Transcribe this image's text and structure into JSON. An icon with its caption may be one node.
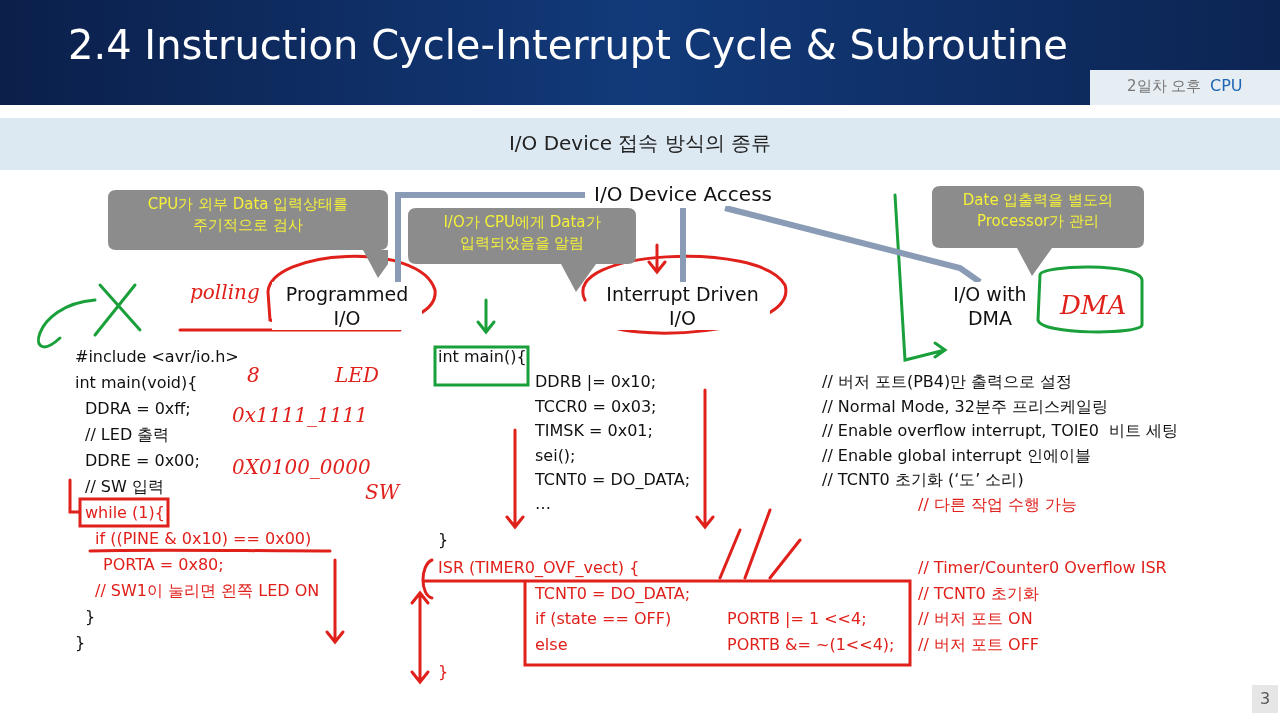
{
  "diagram": {
    "title": "2.4 Instruction Cycle-Interrupt Cycle & Subroutine",
    "nodes": [
      {
        "text": [
          "I/O Device Access"
        ]
      },
      {
        "text": [
          "CPU가 외부 Data 입력상태를 주기적으로 검사"
        ]
      },
      {
        "text": [
          "Programmed I/O"
        ]
      },
      {
        "text": [
          "I/O가 CPU에게 Data가 입력되었음을 알림"
        ]
      },
      {
        "text": [
          "Interrupt Driven I/O"
        ]
      },
      {
        "text": [
          "Date 입출력을 별도의 Processor가 관리"
        ]
      },
      {
        "text": [
          "I/O with DMA"
        ]
      }
    ],
    "edges": [
      {
        "from": 0,
        "to": 2,
        "arrow": "none"
      },
      {
        "from": 0,
        "to": 4,
        "arrow": "none"
      },
      {
        "from": 0,
        "to": 6,
        "arrow": "none"
      }
    ],
    "labels": [
      "2일차 오후",
      "CPU",
      "I/O Device 접속 방식의 종류",
      "polling",
      "DMA",
      "#include <avr/io.h>",
      "int main(void){",
      "DDRA = 0xff;",
      "// LED 출력",
      "DDRE = 0x00;",
      "// SW 입력",
      "while (1){",
      "if ((PINE & 0x10) == 0x00)",
      "PORTA = 0x80;",
      "// SW1이 눌리면 왼쪽 LED ON",
      "}",
      "}",
      "8",
      "LED",
      "0x1111_1111",
      "0X0100_0000",
      "SW",
      "int main(){",
      "DDRB |= 0x10;",
      "TCCR0 = 0x03;",
      "TIMSK = 0x01;",
      "sei();",
      "TCNT0 = DO_DATA;",
      "…",
      "}",
      "ISR (TIMER0_OVF_vect) {",
      "TCNT0 = DO_DATA;",
      "if (state == OFF)",
      "PORTB |= 1 <<4;",
      "else",
      "PORTB &= ~(1<<4);",
      "}",
      "// 버저 포트(PB4)만 출력으로 설정",
      "// Normal Mode, 32분주 프리스케일링",
      "// Enable overflow interrupt, TOIE0  비트 세팅",
      "// Enable global interrupt 인에이블",
      "// TCNT0 초기화 (‘도’ 소리)",
      "// 다른 작업 수행 가능",
      "// Timer/Counter0 Overflow ISR",
      "// TCNT0 초기화",
      "// 버저 포트 ON",
      "// 버저 포트 OFF",
      "3"
    ]
  }
}
